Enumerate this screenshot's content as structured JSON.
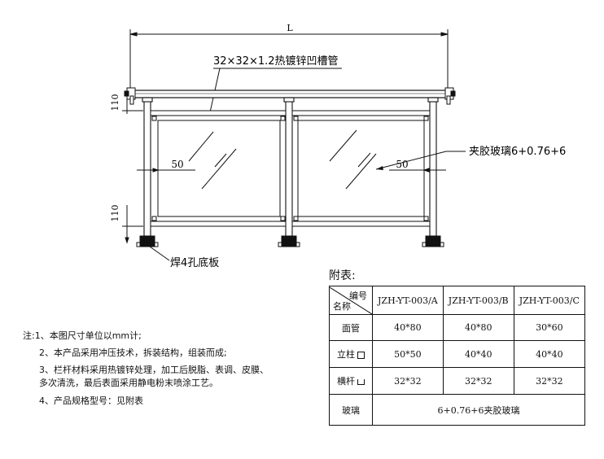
{
  "dims": {
    "overall": "L",
    "top_height": "110",
    "bottom_height": "110",
    "left_offset": "50",
    "right_offset": "50"
  },
  "labels": {
    "top_rail": "32×32×1.2热镀锌凹槽管",
    "glass": "夹胶玻璃6+0.76+6",
    "base_plate": "焊4孔底板"
  },
  "notes": [
    "注:1、本图尺寸单位以mm计;",
    "2、本产品采用冲压技术，拆装结构，组装而成;",
    "3、栏杆材料采用热镀锌处理，加工后脱脂、表调、皮膜、",
    "多次清洗，最后表面采用静电粉末喷涂工艺。",
    "4、产品规格型号：见附表"
  ],
  "table": {
    "title": "附表:",
    "corner_top": "编号",
    "corner_bottom": "名称",
    "columns": [
      "JZH-YT-003/A",
      "JZH-YT-003/B",
      "JZH-YT-003/C"
    ],
    "rows": [
      {
        "name": "面管",
        "symbol": "",
        "values": [
          "40*80",
          "40*80",
          "30*60"
        ]
      },
      {
        "name": "立柱",
        "symbol": "square",
        "values": [
          "50*50",
          "40*40",
          "40*40"
        ]
      },
      {
        "name": "横杆",
        "symbol": "channel",
        "values": [
          "32*32",
          "32*32",
          "32*32"
        ]
      }
    ],
    "glass_row": {
      "name": "玻璃",
      "value": "6+0.76+6夹胶玻璃"
    }
  }
}
